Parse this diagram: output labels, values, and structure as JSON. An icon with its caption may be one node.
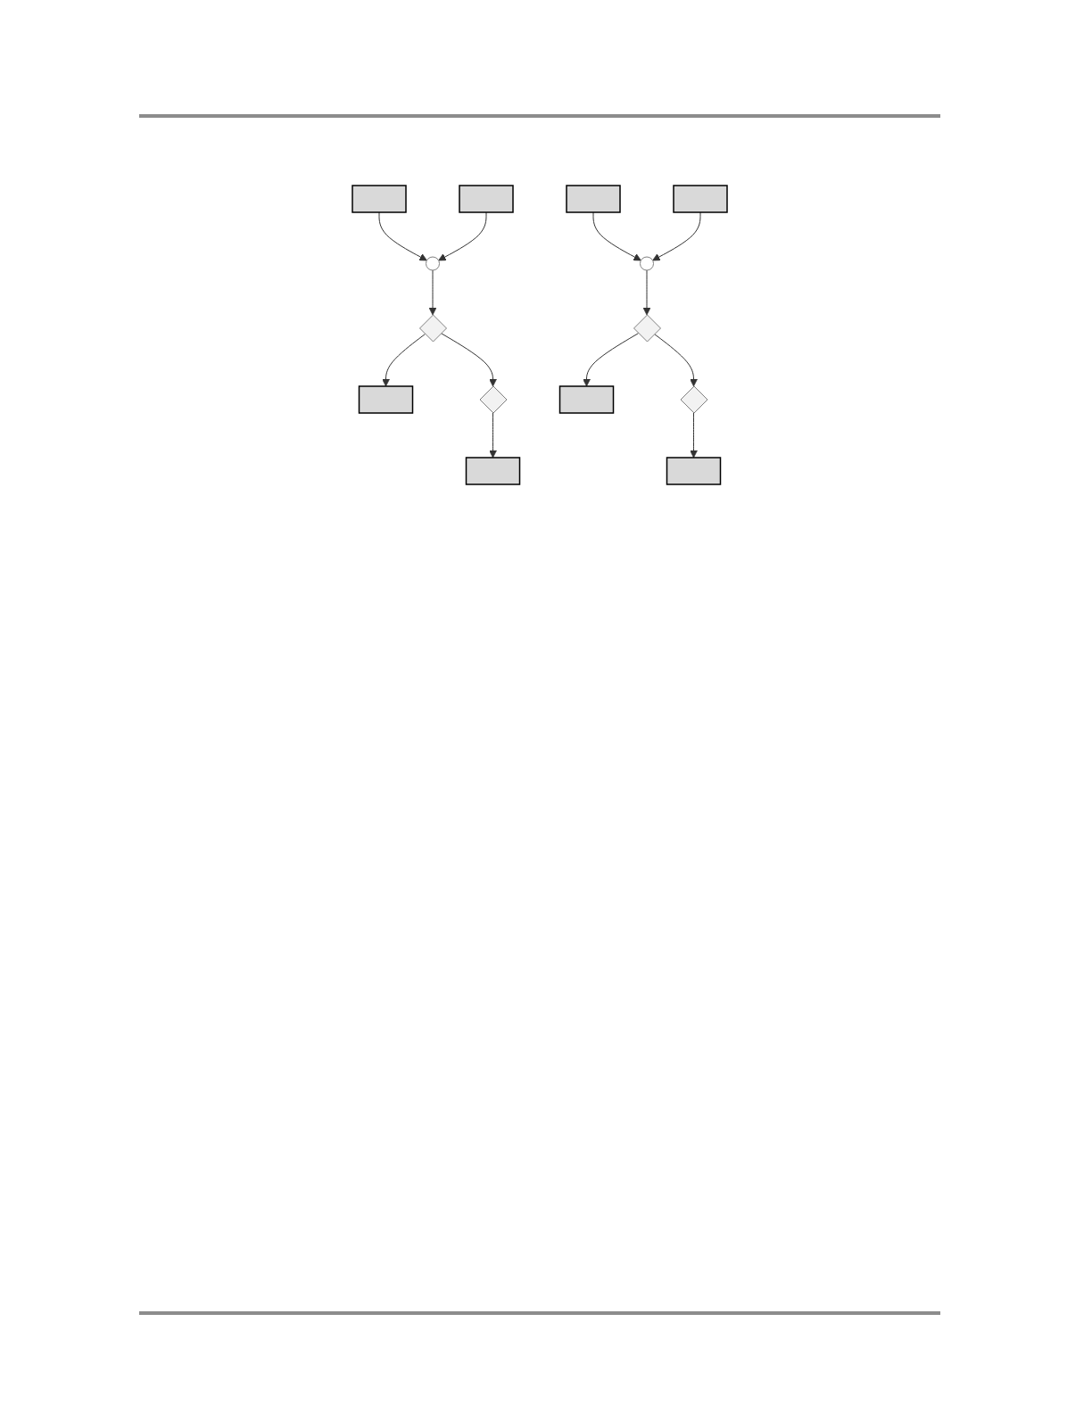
{
  "diagram": {
    "nodes": [
      {
        "text": [],
        "shape": "box"
      },
      {
        "text": [],
        "shape": "box"
      },
      {
        "text": [],
        "shape": "circle"
      },
      {
        "text": [],
        "shape": "box"
      },
      {
        "text": [],
        "shape": "diamond"
      },
      {
        "text": [],
        "shape": "box"
      },
      {
        "text": [],
        "shape": "diamond"
      },
      {
        "text": [],
        "shape": "box"
      },
      {
        "text": [],
        "shape": "box"
      },
      {
        "text": [],
        "shape": "circle"
      },
      {
        "text": [],
        "shape": "box"
      },
      {
        "text": [],
        "shape": "diamond"
      },
      {
        "text": [],
        "shape": "box"
      },
      {
        "text": [],
        "shape": "diamond"
      }
    ],
    "edges": [
      {
        "from": 0,
        "to": 2,
        "arrow": "to"
      },
      {
        "from": 1,
        "to": 2,
        "arrow": "to"
      },
      {
        "from": 2,
        "to": 4,
        "arrow": "to"
      },
      {
        "from": 4,
        "to": 3,
        "arrow": "to"
      },
      {
        "from": 4,
        "to": 6,
        "arrow": "to"
      },
      {
        "from": 6,
        "to": 5,
        "arrow": "to"
      },
      {
        "from": 7,
        "to": 9,
        "arrow": "to"
      },
      {
        "from": 8,
        "to": 9,
        "arrow": "to"
      },
      {
        "from": 9,
        "to": 11,
        "arrow": "to"
      },
      {
        "from": 11,
        "to": 10,
        "arrow": "to"
      },
      {
        "from": 11,
        "to": 13,
        "arrow": "to"
      },
      {
        "from": 13,
        "to": 12,
        "arrow": "to"
      }
    ]
  }
}
